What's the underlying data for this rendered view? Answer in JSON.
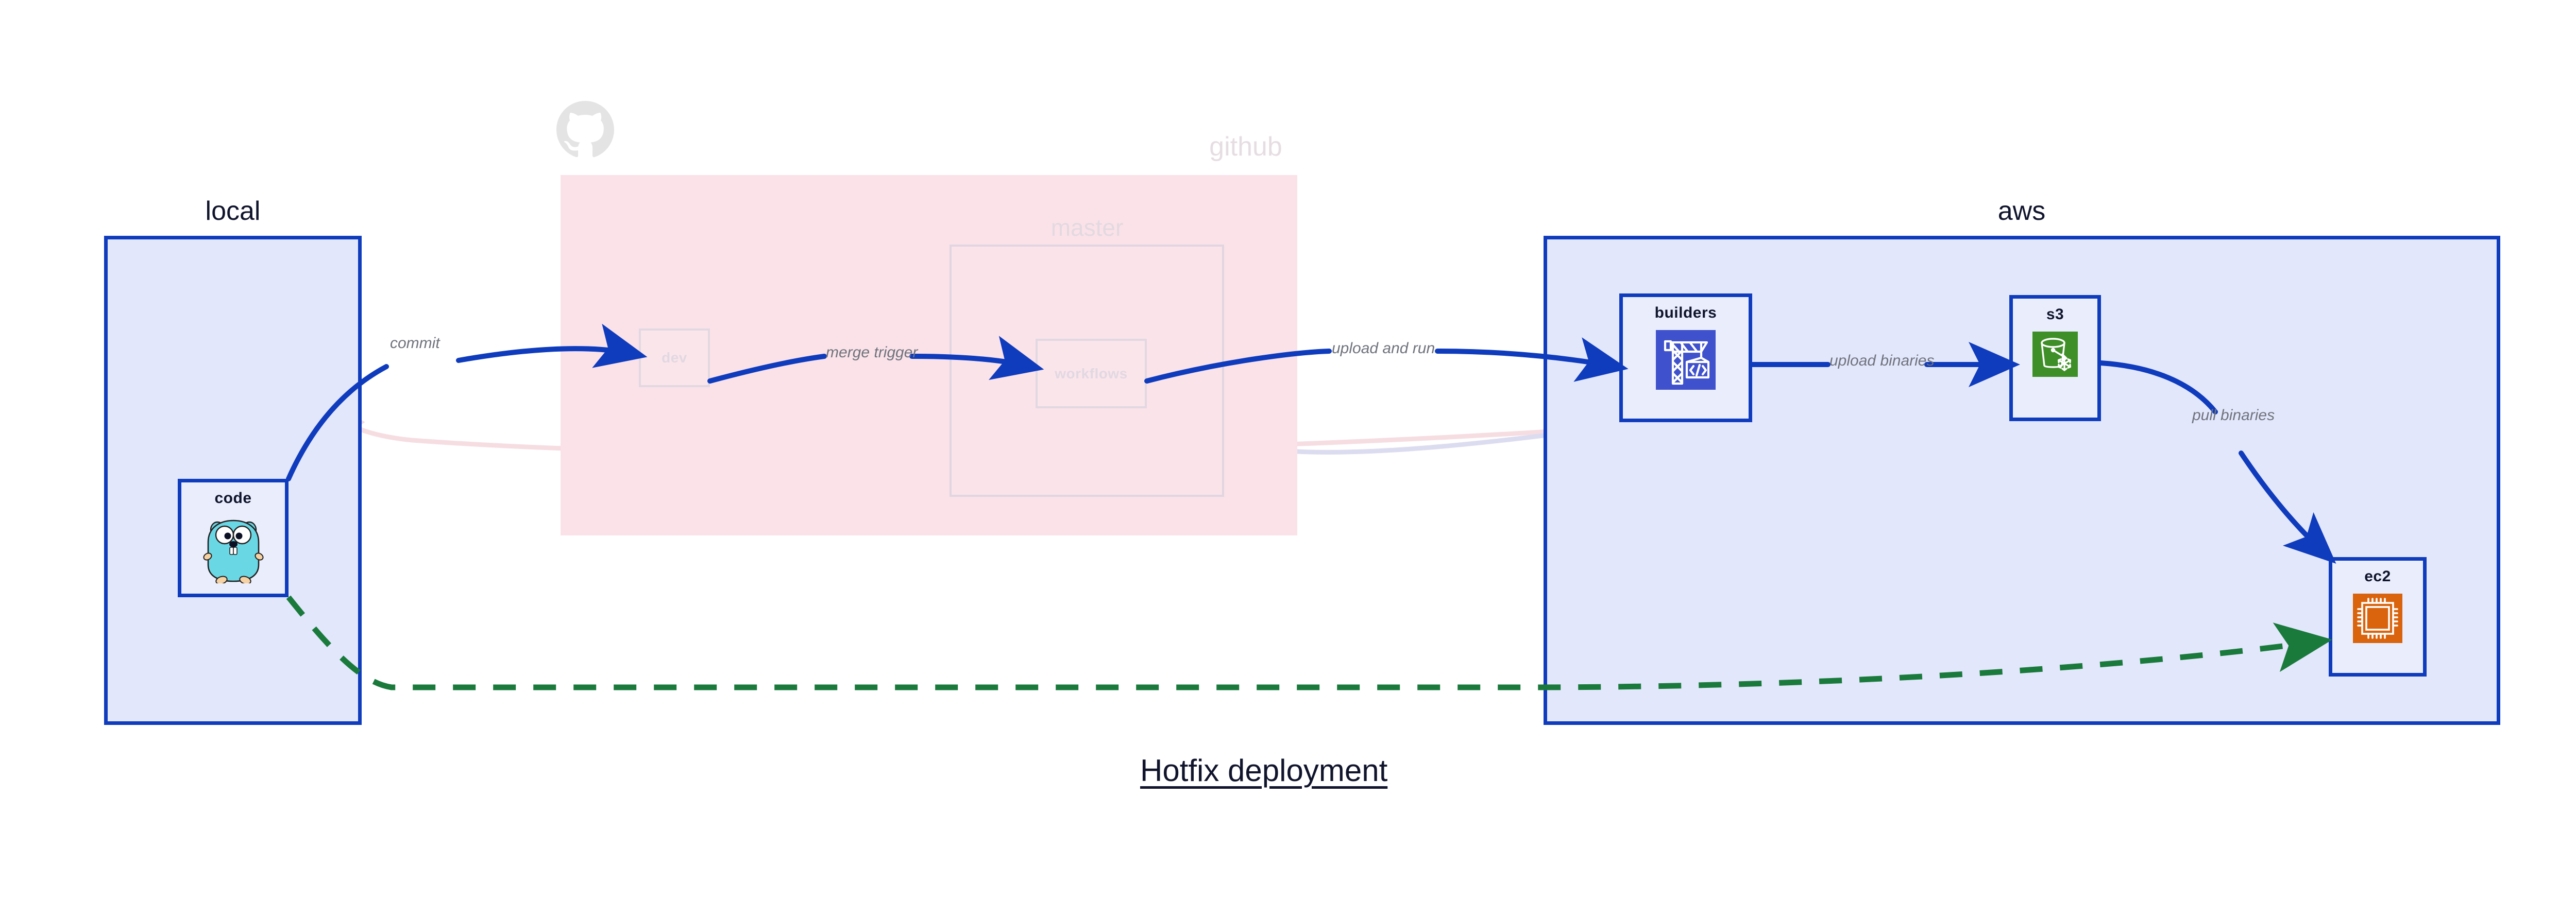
{
  "diagram": {
    "title": "Hotfix deployment",
    "background": "#ffffff",
    "accent_blue": "#0f3bbd",
    "accent_green": "#1a7a3c",
    "label_gray": "#70737d"
  },
  "containers": [
    {
      "id": "local",
      "label": "local",
      "fill": "#e2e7fb",
      "border": "#0f3bbd",
      "faded": false
    },
    {
      "id": "github",
      "label": "github",
      "fill": "#fae2e8",
      "border": "none",
      "faded": true,
      "logo": "github-octocat-icon",
      "subcontainers": [
        {
          "id": "master",
          "label": "master"
        }
      ]
    },
    {
      "id": "aws",
      "label": "aws",
      "fill": "#e2e7fb",
      "border": "#0f3bbd",
      "faded": false
    }
  ],
  "nodes": [
    {
      "id": "code",
      "label": "code",
      "icon": "go-gopher-icon",
      "container": "local",
      "faded": false
    },
    {
      "id": "dev",
      "label": "dev",
      "icon": "none",
      "container": "github",
      "faded": true
    },
    {
      "id": "workflows",
      "label": "workflows",
      "icon": "none",
      "container": "master",
      "faded": true
    },
    {
      "id": "builders",
      "label": "builders",
      "icon": "crane-code-icon",
      "container": "aws",
      "faded": false,
      "icon_color": "#3f51cc"
    },
    {
      "id": "s3",
      "label": "s3",
      "icon": "s3-bucket-icon",
      "container": "aws",
      "faded": false,
      "icon_color": "#3f8f28"
    },
    {
      "id": "ec2",
      "label": "ec2",
      "icon": "cpu-chip-icon",
      "container": "aws",
      "faded": false,
      "icon_color": "#d9640d"
    }
  ],
  "edges": [
    {
      "id": "commit",
      "label": "commit",
      "from": "code",
      "to": "dev",
      "style": "solid",
      "color": "#0f3bbd"
    },
    {
      "id": "merge-trigger",
      "label": "merge trigger",
      "from": "dev",
      "to": "workflows",
      "style": "solid",
      "color": "#0f3bbd"
    },
    {
      "id": "upload-and-run",
      "label": "upload and run",
      "from": "workflows",
      "to": "builders",
      "style": "solid",
      "color": "#0f3bbd"
    },
    {
      "id": "upload-binaries",
      "label": "upload binaries",
      "from": "builders",
      "to": "s3",
      "style": "solid",
      "color": "#0f3bbd"
    },
    {
      "id": "pull-binaries",
      "label": "pull binaries",
      "from": "s3",
      "to": "ec2",
      "style": "solid",
      "color": "#0f3bbd"
    },
    {
      "id": "hotfix-direct",
      "label": "",
      "from": "code",
      "to": "ec2",
      "style": "dashed",
      "color": "#1a7a3c"
    }
  ]
}
